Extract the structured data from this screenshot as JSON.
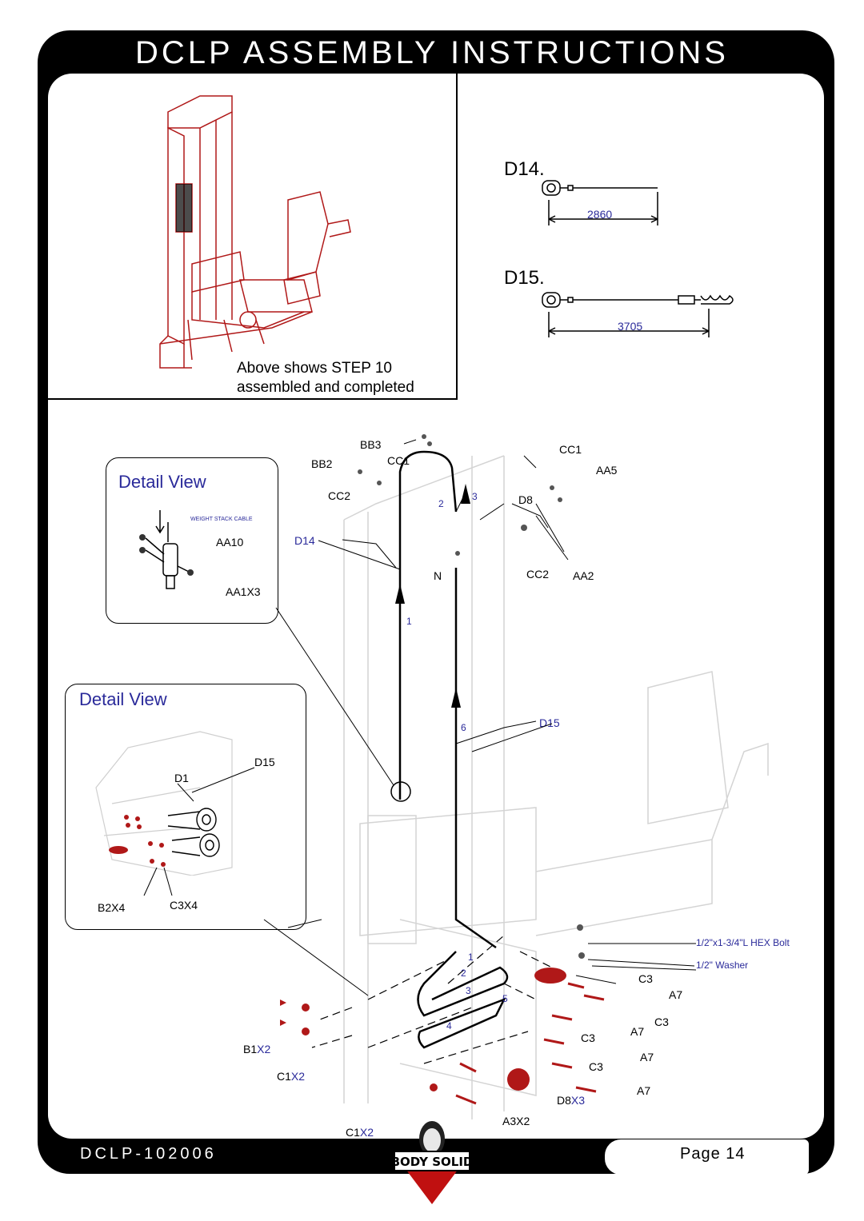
{
  "header": {
    "title": "DCLP ASSEMBLY INSTRUCTIONS"
  },
  "overview": {
    "caption_line1": "Above shows STEP 10",
    "caption_line2": "assembled and completed"
  },
  "cables": [
    {
      "id": "D14.",
      "length": "2860"
    },
    {
      "id": "D15.",
      "length": "3705"
    }
  ],
  "detail_top": {
    "title": "Detail View",
    "cable_label": "WEIGHT STACK CABLE",
    "parts": [
      "AA10",
      "AA1X3"
    ]
  },
  "detail_bottom": {
    "title": "Detail View",
    "parts": [
      "D15",
      "D1",
      "B2X4",
      "C3X4"
    ]
  },
  "main_labels": {
    "bb3": "BB3",
    "bb2": "BB2",
    "cc1a": "CC1",
    "cc1b": "CC1",
    "aa5": "AA5",
    "cc2a": "CC2",
    "d8": "D8",
    "n": "N",
    "cc2b": "CC2",
    "aa2": "AA2",
    "d14": "D14",
    "d15": "D15",
    "n1": "1",
    "n2": "2",
    "n3": "3",
    "n6": "6",
    "hex_bolt": "1/2\"x1-3/4\"L HEX Bolt",
    "washer": "1/2\" Washer",
    "c3a": "C3",
    "a7a": "A7",
    "a7b": "A7",
    "c3b": "C3",
    "c3c": "C3",
    "a7c": "A7",
    "c3d": "C3",
    "a7d": "A7",
    "d8x3": "D8",
    "d8x3_mult": "X3",
    "a3x2": "A3X2",
    "b1": "B1",
    "b1_mult": "X2",
    "c1a": "C1",
    "c1a_mult": "X2",
    "c1b": "C1",
    "c1b_mult": "X2",
    "p1": "1",
    "p2": "2",
    "p3": "3",
    "p4": "4",
    "p5": "5"
  },
  "footer": {
    "doc_code": "DCLP-102006",
    "page": "Page 14"
  },
  "colors": {
    "frame": "#000000",
    "accent_red": "#b01818",
    "label_blue": "#2a2a9a"
  }
}
